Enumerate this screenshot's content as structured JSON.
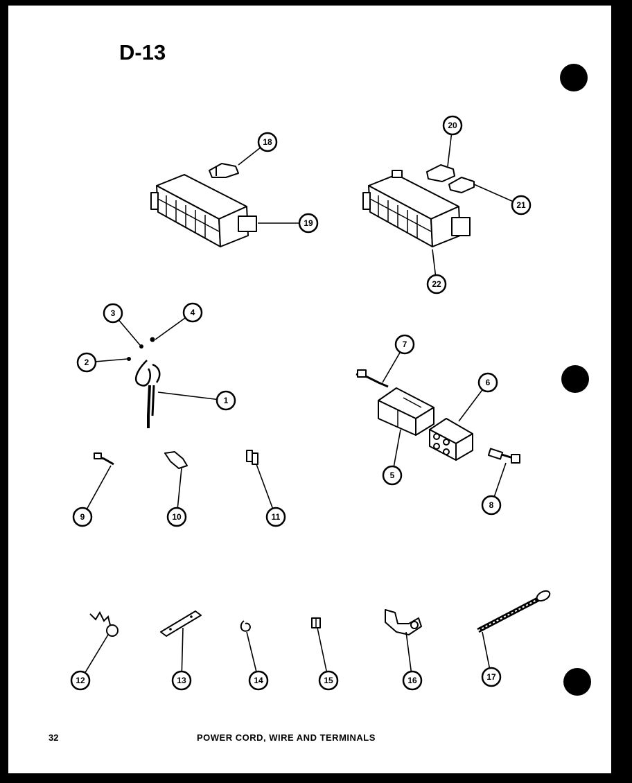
{
  "page": {
    "title": "D-13",
    "page_number": "32",
    "caption": "POWER CORD, WIRE AND TERMINALS"
  },
  "callouts": [
    {
      "id": "1",
      "label": "1"
    },
    {
      "id": "2",
      "label": "2"
    },
    {
      "id": "3",
      "label": "3"
    },
    {
      "id": "4",
      "label": "4"
    },
    {
      "id": "5",
      "label": "5"
    },
    {
      "id": "6",
      "label": "6"
    },
    {
      "id": "7",
      "label": "7"
    },
    {
      "id": "8",
      "label": "8"
    },
    {
      "id": "9",
      "label": "9"
    },
    {
      "id": "10",
      "label": "10"
    },
    {
      "id": "11",
      "label": "11"
    },
    {
      "id": "12",
      "label": "12"
    },
    {
      "id": "13",
      "label": "13"
    },
    {
      "id": "14",
      "label": "14"
    },
    {
      "id": "15",
      "label": "15"
    },
    {
      "id": "16",
      "label": "16"
    },
    {
      "id": "17",
      "label": "17"
    },
    {
      "id": "18",
      "label": "18"
    },
    {
      "id": "19",
      "label": "19"
    },
    {
      "id": "20",
      "label": "20"
    },
    {
      "id": "21",
      "label": "21"
    },
    {
      "id": "22",
      "label": "22"
    }
  ]
}
